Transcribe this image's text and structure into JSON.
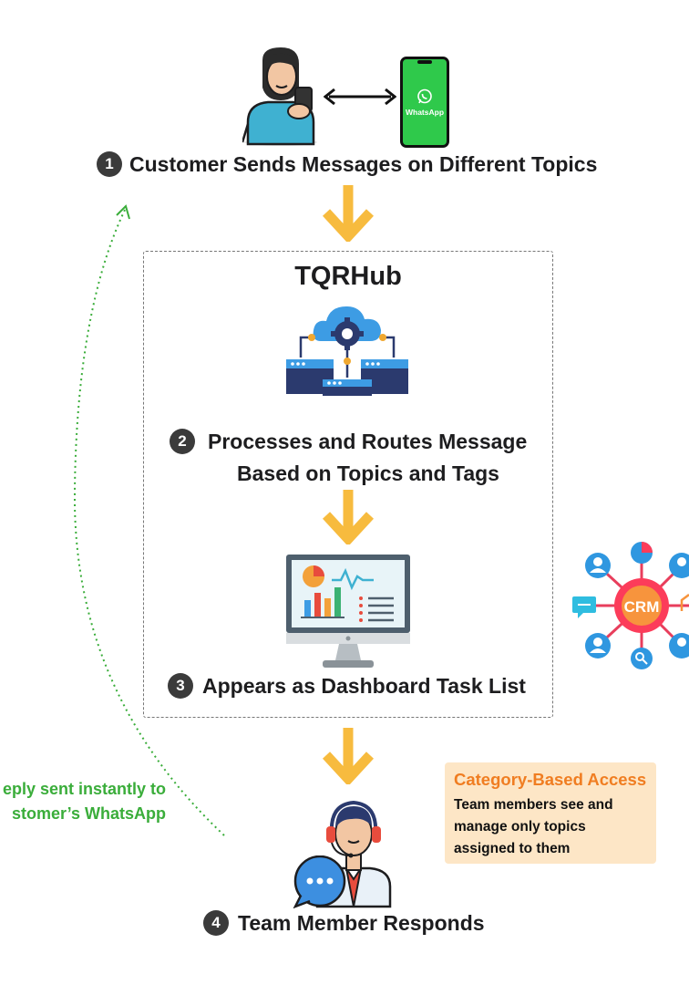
{
  "colors": {
    "arrow": "#f7bb3e",
    "reply_green": "#3aad3a",
    "access_title": "#f07d21",
    "access_bg": "#fde6c6",
    "badge": "#3b3b3b",
    "whatsapp": "#2fc94b"
  },
  "icons": [
    "person-phone-icon",
    "double-arrow-icon",
    "whatsapp-phone-icon",
    "cloud-gear-servers-icon",
    "dashboard-monitor-icon",
    "crm-network-icon",
    "agent-headset-icon",
    "chat-bubble-icon"
  ],
  "whatsapp_label": "WhatsApp",
  "crm_label": "CRM",
  "steps": [
    {
      "num": "1",
      "label": "Customer Sends Messages on Different Topics"
    },
    {
      "num": "2",
      "line1": "Processes and Routes Message",
      "line2": "Based on Topics and Tags"
    },
    {
      "num": "3",
      "label": "Appears as Dashboard Task List"
    },
    {
      "num": "4",
      "label": "Team Member Responds"
    }
  ],
  "hub_title": "TQRHub",
  "reply": {
    "line1": "eply sent instantly to",
    "line2": "stomer’s WhatsApp"
  },
  "access": {
    "title": "Category-Based Access",
    "body": "Team members see and manage only topics assigned to them"
  }
}
